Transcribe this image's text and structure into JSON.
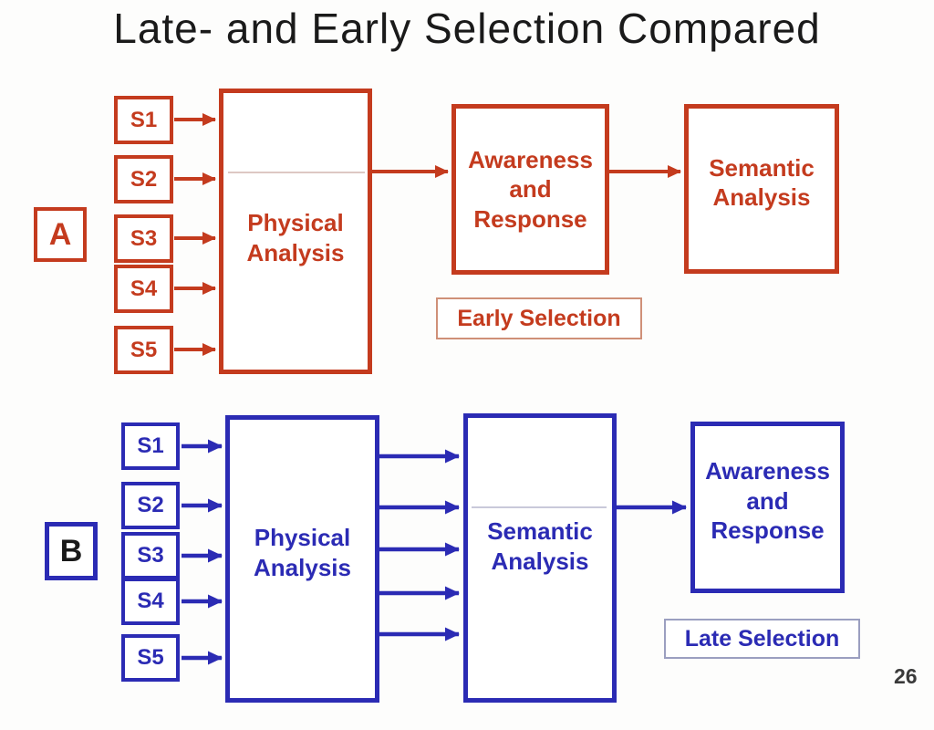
{
  "title": "Late- and Early Selection Compared",
  "page_number": "26",
  "colors": {
    "red": "#C43B1E",
    "blue": "#2B2BB4",
    "title_text": "#1a1a1a",
    "b_letter": "#1a1a1a",
    "page_number": "#3a3a3a",
    "faint_line_red": "#ddc8c3",
    "faint_line_blue": "#c9c9da",
    "caption_border_red": "#cf9078",
    "caption_border_blue": "#9b9fc0"
  },
  "panel_a": {
    "label": "A",
    "stimuli": [
      "S1",
      "S2",
      "S3",
      "S4",
      "S5"
    ],
    "physical_box": "Physical Analysis",
    "awareness_box": "Awareness and Response",
    "semantic_box": "Semantic Analysis",
    "caption": "Early Selection"
  },
  "panel_b": {
    "label": "B",
    "stimuli": [
      "S1",
      "S2",
      "S3",
      "S4",
      "S5"
    ],
    "physical_box": "Physical Analysis",
    "semantic_box": "Semantic Analysis",
    "awareness_box": "Awareness and Response",
    "caption": "Late Selection"
  }
}
